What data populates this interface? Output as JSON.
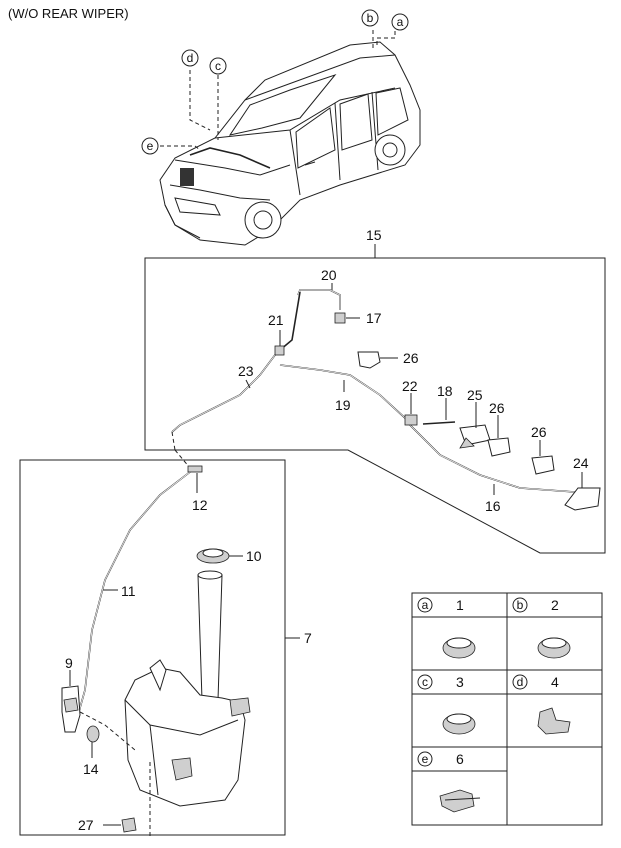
{
  "header": {
    "title": "(W/O REAR WIPER)"
  },
  "car_callouts": [
    "a",
    "b",
    "c",
    "d",
    "e"
  ],
  "part_numbers": {
    "p1": "1",
    "p2": "2",
    "p3": "3",
    "p4": "4",
    "p6": "6",
    "p7": "7",
    "p9": "9",
    "p10": "10",
    "p11": "11",
    "p12": "12",
    "p14": "14",
    "p15": "15",
    "p16": "16",
    "p17": "17",
    "p18": "18",
    "p19": "19",
    "p20": "20",
    "p21": "21",
    "p22": "22",
    "p23": "23",
    "p24": "24",
    "p25": "25",
    "p26a": "26",
    "p26b": "26",
    "p26c": "26",
    "p27": "27"
  },
  "legend": [
    {
      "letter": "a",
      "part": "1"
    },
    {
      "letter": "b",
      "part": "2"
    },
    {
      "letter": "c",
      "part": "3"
    },
    {
      "letter": "d",
      "part": "4"
    },
    {
      "letter": "e",
      "part": "6"
    }
  ]
}
